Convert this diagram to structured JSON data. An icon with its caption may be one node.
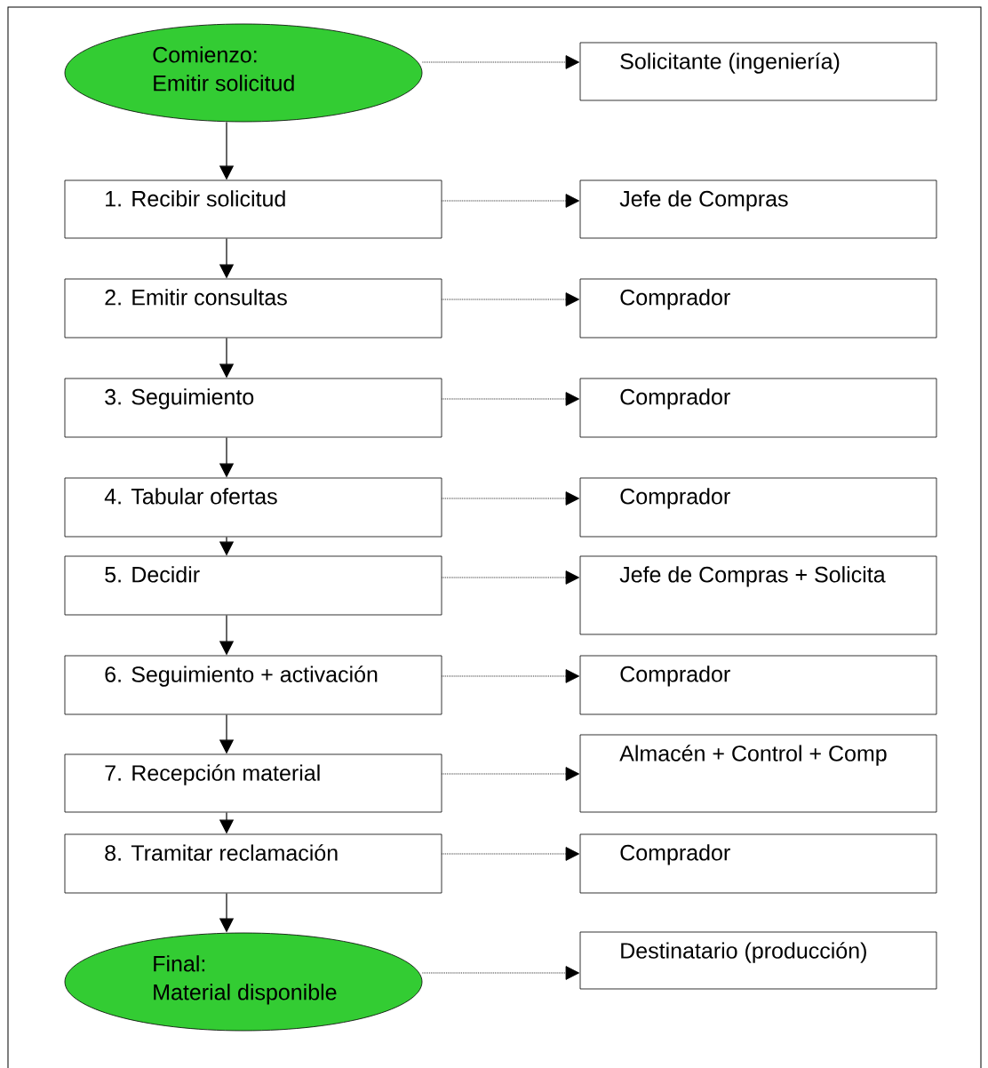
{
  "diagram": {
    "nodes": [
      {
        "text": [
          "Comienzo:",
          "Emitir solicitud"
        ]
      },
      {
        "text": [
          "Solicitante (ingeniería)"
        ]
      },
      {
        "text": [
          "1. Recibir solicitud"
        ]
      },
      {
        "text": [
          "Jefe de Compras"
        ]
      },
      {
        "text": [
          "2. Emitir consultas"
        ]
      },
      {
        "text": [
          "Comprador"
        ]
      },
      {
        "text": [
          "3. Seguimiento"
        ]
      },
      {
        "text": [
          "Comprador"
        ]
      },
      {
        "text": [
          "4. Tabular ofertas"
        ]
      },
      {
        "text": [
          "Comprador"
        ]
      },
      {
        "text": [
          "5. Decidir"
        ]
      },
      {
        "text": [
          "Jefe de Compras + Solicita"
        ]
      },
      {
        "text": [
          "6. Seguimiento + activación"
        ]
      },
      {
        "text": [
          "Comprador"
        ]
      },
      {
        "text": [
          "7. Recepción material"
        ]
      },
      {
        "text": [
          "Almacén + Control + Comp"
        ]
      },
      {
        "text": [
          "8. Tramitar reclamación"
        ]
      },
      {
        "text": [
          "Comprador"
        ]
      },
      {
        "text": [
          "Final:",
          "Material disponible"
        ]
      },
      {
        "text": [
          "Destinatario (producción)"
        ]
      }
    ],
    "edges": [
      {
        "from": 0,
        "to": 1,
        "arrow": "to",
        "style": "dashed"
      },
      {
        "from": 0,
        "to": 2,
        "arrow": "to"
      },
      {
        "from": 2,
        "to": 3,
        "arrow": "to",
        "style": "dashed"
      },
      {
        "from": 2,
        "to": 4,
        "arrow": "to"
      },
      {
        "from": 4,
        "to": 5,
        "arrow": "to",
        "style": "dashed"
      },
      {
        "from": 4,
        "to": 6,
        "arrow": "to"
      },
      {
        "from": 6,
        "to": 7,
        "arrow": "to",
        "style": "dashed"
      },
      {
        "from": 6,
        "to": 8,
        "arrow": "to"
      },
      {
        "from": 8,
        "to": 9,
        "arrow": "to",
        "style": "dashed"
      },
      {
        "from": 8,
        "to": 10,
        "arrow": "to"
      },
      {
        "from": 10,
        "to": 11,
        "arrow": "to",
        "style": "dashed"
      },
      {
        "from": 10,
        "to": 12,
        "arrow": "to"
      },
      {
        "from": 12,
        "to": 13,
        "arrow": "to",
        "style": "dashed"
      },
      {
        "from": 12,
        "to": 14,
        "arrow": "to"
      },
      {
        "from": 14,
        "to": 15,
        "arrow": "to",
        "style": "dashed"
      },
      {
        "from": 14,
        "to": 16,
        "arrow": "to"
      },
      {
        "from": 16,
        "to": 17,
        "arrow": "to",
        "style": "dashed"
      },
      {
        "from": 16,
        "to": 18,
        "arrow": "to"
      },
      {
        "from": 18,
        "to": 19,
        "arrow": "to",
        "style": "dashed"
      }
    ]
  }
}
